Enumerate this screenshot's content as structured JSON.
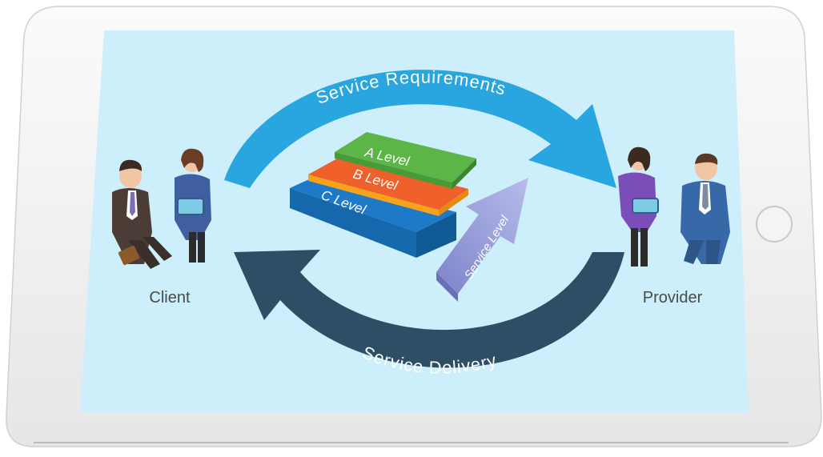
{
  "arrows": {
    "top_label": "Service Requirements",
    "bottom_label": "Service Delivery",
    "service_level_label": "Service Level"
  },
  "levels": [
    {
      "label": "A Level",
      "color": "#5bb547"
    },
    {
      "label": "B Level",
      "color": "#f0602a"
    },
    {
      "label": "C Level",
      "color": "#1e79c8"
    }
  ],
  "people": {
    "client_label": "Client",
    "provider_label": "Provider"
  },
  "colors": {
    "screen": "#cdeefb",
    "top_arrow": "#29a6e0",
    "bottom_arrow": "#2d4e64",
    "service_level_arrow": "#8e94d6"
  }
}
